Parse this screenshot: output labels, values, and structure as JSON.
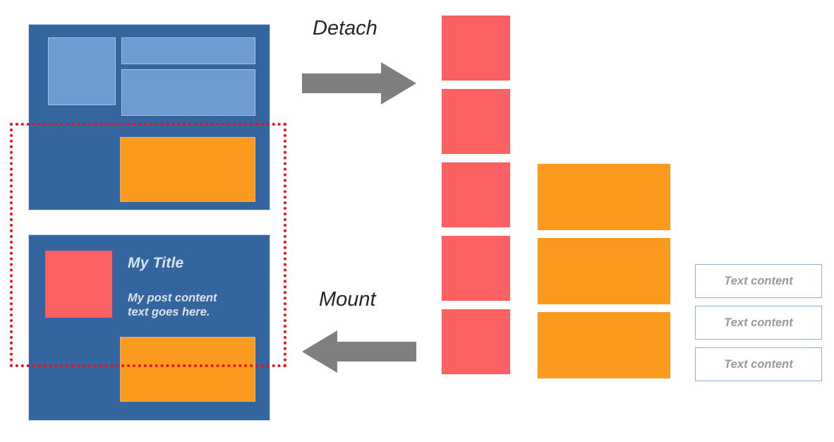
{
  "diagram": {
    "type": "concept-diagram",
    "background_color": "#FFFFFF",
    "palette": {
      "card_blue": "#35659F",
      "sub_block_blue": "#6D9BD1",
      "media_red": "#FB6063",
      "orange": "#FB9A1E",
      "arrow_gray": "#7F7F7F",
      "dotted_red": "#E8131A",
      "chip_border_blue": "#8FAFD4",
      "chip_text_gray": "#9A9A9A",
      "card_text": "#DCE3EA"
    }
  },
  "arrows": {
    "detach": {
      "label": "Detach",
      "direction": "right",
      "color": "#7F7F7F"
    },
    "mount": {
      "label": "Mount",
      "direction": "left",
      "color": "#7F7F7F"
    }
  },
  "left_column": {
    "composed_card": {
      "name": "composed-layout-card",
      "sub_blocks": [
        {
          "name": "avatar-placeholder",
          "shape": "square"
        },
        {
          "name": "headline-placeholder",
          "shape": "bar"
        },
        {
          "name": "body-placeholder",
          "shape": "bar"
        }
      ],
      "orange_block": {
        "name": "orange-content-block"
      }
    },
    "mounted_card": {
      "name": "mounted-post-card",
      "media": {
        "name": "post-image-placeholder"
      },
      "title": "My Title",
      "body": "My post content\ntext goes here.",
      "orange_block": {
        "name": "orange-content-block"
      }
    },
    "selection": {
      "name": "detach-selection-region",
      "style": "red-dotted-rectangle"
    }
  },
  "right_column": {
    "red_fragments": {
      "label": "image fragments",
      "count": 5,
      "color": "#FB6063"
    },
    "orange_fragments": {
      "label": "orange fragments",
      "count": 3,
      "color": "#FB9A1E"
    },
    "text_chips": {
      "count": 3,
      "items": [
        {
          "text": "Text content"
        },
        {
          "text": "Text content"
        },
        {
          "text": "Text content"
        }
      ]
    }
  }
}
